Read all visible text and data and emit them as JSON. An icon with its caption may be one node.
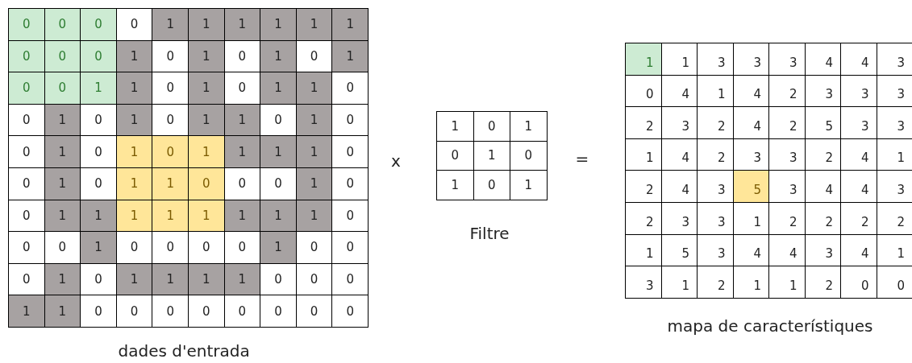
{
  "diagram": {
    "labels": [
      "0",
      "0",
      "0",
      "0",
      "1",
      "1",
      "1",
      "1",
      "1",
      "1",
      "0",
      "0",
      "0",
      "1",
      "0",
      "1",
      "0",
      "1",
      "0",
      "1",
      "0",
      "0",
      "1",
      "1",
      "0",
      "1",
      "0",
      "1",
      "1",
      "0",
      "0",
      "1",
      "0",
      "1",
      "0",
      "1",
      "1",
      "0",
      "1",
      "0",
      "0",
      "1",
      "0",
      "1",
      "0",
      "1",
      "1",
      "1",
      "1",
      "0",
      "0",
      "1",
      "0",
      "1",
      "1",
      "0",
      "0",
      "0",
      "1",
      "0",
      "0",
      "1",
      "1",
      "1",
      "1",
      "1",
      "1",
      "1",
      "1",
      "0",
      "0",
      "0",
      "1",
      "0",
      "0",
      "0",
      "0",
      "1",
      "0",
      "0",
      "0",
      "1",
      "0",
      "1",
      "1",
      "1",
      "1",
      "0",
      "0",
      "0",
      "1",
      "1",
      "0",
      "0",
      "0",
      "0",
      "0",
      "0",
      "0",
      "0",
      "x",
      "1",
      "0",
      "1",
      "0",
      "1",
      "0",
      "1",
      "0",
      "1",
      "Filtre",
      "=",
      "1",
      "1",
      "3",
      "3",
      "3",
      "4",
      "4",
      "3",
      "0",
      "4",
      "1",
      "4",
      "2",
      "3",
      "3",
      "3",
      "2",
      "3",
      "2",
      "4",
      "2",
      "5",
      "3",
      "3",
      "1",
      "4",
      "2",
      "3",
      "3",
      "2",
      "4",
      "1",
      "2",
      "4",
      "3",
      "5",
      "3",
      "4",
      "4",
      "3",
      "2",
      "3",
      "3",
      "1",
      "2",
      "2",
      "2",
      "2",
      "1",
      "5",
      "3",
      "4",
      "4",
      "3",
      "4",
      "1",
      "3",
      "1",
      "2",
      "1",
      "1",
      "2",
      "0",
      "0",
      "mapa de característiques",
      "dades d'entrada"
    ]
  }
}
